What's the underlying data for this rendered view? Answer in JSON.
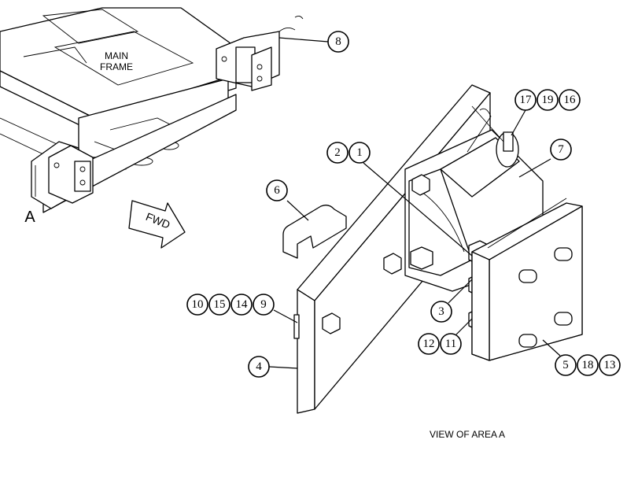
{
  "labels": {
    "main_frame_line1": "MAIN",
    "main_frame_line2": "FRAME",
    "area_letter": "A",
    "fwd_arrow": "FWD",
    "view_caption": "VIEW OF AREA A"
  },
  "callouts": [
    {
      "id": "8",
      "nums": [
        "8"
      ]
    },
    {
      "id": "17-19-16",
      "nums": [
        "17",
        "19",
        "16"
      ]
    },
    {
      "id": "2-1",
      "nums": [
        "2",
        "1"
      ]
    },
    {
      "id": "7",
      "nums": [
        "7"
      ]
    },
    {
      "id": "6",
      "nums": [
        "6"
      ]
    },
    {
      "id": "10-15-14-9",
      "nums": [
        "10",
        "15",
        "14",
        "9"
      ]
    },
    {
      "id": "3",
      "nums": [
        "3"
      ]
    },
    {
      "id": "12-11",
      "nums": [
        "12",
        "11"
      ]
    },
    {
      "id": "4",
      "nums": [
        "4"
      ]
    },
    {
      "id": "5-18-13",
      "nums": [
        "5",
        "18",
        "13"
      ]
    }
  ]
}
